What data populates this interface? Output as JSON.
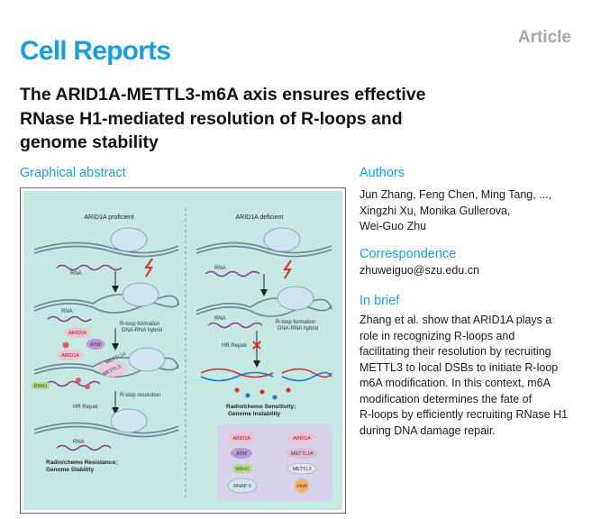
{
  "journal": "Cell Reports",
  "article_type": "Article",
  "title_lines": [
    "The ARID1A-METTL3-m6A axis ensures effective",
    "RNase H1-mediated resolution of R-loops and",
    "genome stability"
  ],
  "graphical_abstract": {
    "heading": "Graphical abstract",
    "proficient": {
      "title": "ARID1A proficient",
      "rna1": "RNA",
      "rna2": "RNA",
      "rloop_formation": "R-loop formation",
      "dna_rna_hybrid": "DNA-RNA hybrid",
      "arid1a_a": "ARID1A",
      "atm": "ATM",
      "arid1a_b": "ARID1A",
      "mettl14": "METTL14",
      "mettl3": "METTL3",
      "rnh1": "RNH1",
      "rloop_resolution": "R-loop resolution",
      "hr_repair": "HR Repair",
      "rna3": "RNA",
      "outcome1": "Radio/chemo Resistance;",
      "outcome2": "Genome Stability"
    },
    "deficient": {
      "title": "ARID1A deficient",
      "rna1": "RNA",
      "rna2": "RNA",
      "rloop_formation": "R-loop formation",
      "dna_rna_hybrid": "DNA-RNA hybrid",
      "hr_repair": "HR Repair",
      "outcome1": "Radio/chemo Sensitivity;",
      "outcome2": "Genome Instability"
    },
    "legend": {
      "arid1a": "ARID1A",
      "arid1a_2": "ARID1A",
      "atm": "ATM",
      "mettl14": "METTL14",
      "rnh1": "RNH1",
      "mettl3": "METTL3",
      "rnap2": "RNAP II",
      "m6a": "m6A"
    },
    "colors": {
      "background": "#c5e8e3",
      "rna": "#8a3b8f",
      "dna": "#6f8290",
      "polymerase": "#cfe6f0",
      "lightning": "#e02a2a",
      "legend_bg": "#d8d1ea"
    }
  },
  "authors": {
    "heading": "Authors",
    "lines": [
      "Jun Zhang, Feng Chen, Ming Tang, ...,",
      "Xingzhi Xu, Monika Gullerova,",
      "Wei-Guo Zhu"
    ]
  },
  "correspondence": {
    "heading": "Correspondence",
    "email": "zhuweiguo@szu.edu.cn"
  },
  "in_brief": {
    "heading": "In brief",
    "lines": [
      "Zhang et al. show that ARID1A plays a",
      "role in recognizing R-loops and",
      "facilitating their resolution by recruiting",
      "METTL3 to local DSBs to initiate R-loop",
      "m6A modification. In this context, m6A",
      "modification determines the fate of",
      "R-loops by efficiently recruiting RNase H1",
      "during DNA damage repair."
    ]
  }
}
